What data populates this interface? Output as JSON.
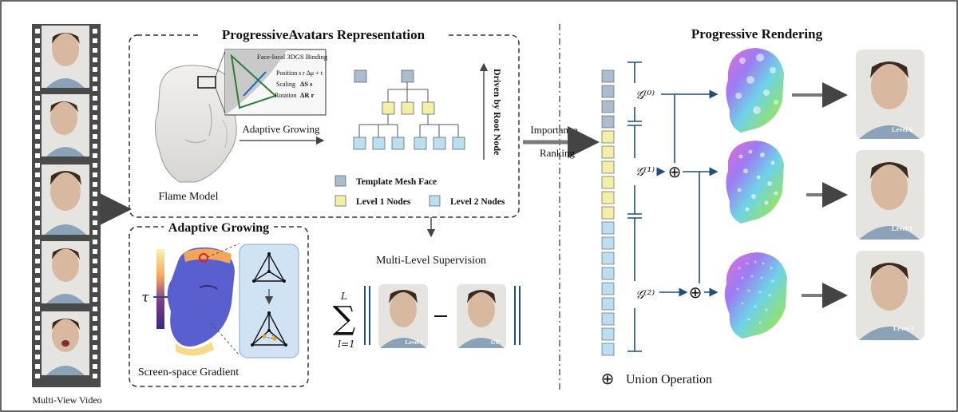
{
  "film_strip": {
    "caption": "Multi-View Video"
  },
  "representation": {
    "title": "ProgressiveAvatars Representation",
    "flame_label": "Flame Model",
    "binding_title": "Face-local 3DGS Binding",
    "binding_position_label": "Position",
    "binding_position_formula": "s r Δμ + t",
    "binding_scaling_label": "Scaling",
    "binding_scaling_formula": "ΔS s",
    "binding_rotation_label": "Rotation",
    "binding_rotation_formula": "ΔR r",
    "arrow_label": "Adaptive Growing",
    "driven_label": "Driven by Root Node",
    "legend": {
      "template": "Template Mesh Face",
      "level1": "Level 1 Nodes",
      "level2": "Level 2 Nodes"
    }
  },
  "adaptive": {
    "title": "Adaptive Growing",
    "tau": "τ",
    "caption": "Screen-space Gradient"
  },
  "supervision": {
    "label": "Multi-Level Supervision",
    "sum_top": "L",
    "sum_bottom": "l=1",
    "img1_label": "Level l",
    "img2_label": "GT"
  },
  "importance": {
    "line1": "Importance",
    "line2": "Ranking"
  },
  "rendering": {
    "title": "Progressive Rendering",
    "g0": "𝒢⁽⁰⁾",
    "g1": "𝒢⁽¹⁾",
    "g2": "𝒢⁽²⁾",
    "level0": "Level 0",
    "level1": "Level 1",
    "level2": "Level 2",
    "union_symbol": "⊕",
    "union_label": "Union Operation"
  },
  "colors": {
    "frame_border": "#333333",
    "dark_blue": "#1f4f7a",
    "template_face": "#a9bdcc",
    "level1_node": "#f4efa6",
    "level2_node": "#b9dff0",
    "arrow_gray": "#7a7a7a",
    "inset_panel": "#cfe3f5"
  }
}
